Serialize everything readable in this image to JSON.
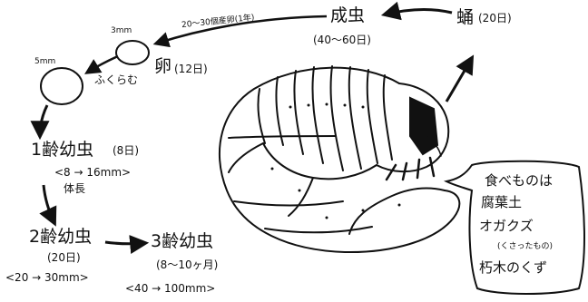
{
  "colors": {
    "ink": "#111111",
    "paper": "#ffffff"
  },
  "stages": {
    "pupa": {
      "label": "蛹",
      "duration": "(20日)"
    },
    "adult": {
      "label": "成虫",
      "duration": "(40〜60日)"
    },
    "egg": {
      "label": "卵",
      "duration": "(12日)",
      "size_small": "3mm",
      "size_large": "5mm",
      "note": "ふくらむ"
    },
    "larva1": {
      "label": "1齢幼虫",
      "duration": "(8日)",
      "growth": "<8 → 16mm>",
      "growth_note": "体長"
    },
    "larva2": {
      "label": "2齢幼虫",
      "duration": "(20日)",
      "growth": "<20 → 30mm>"
    },
    "larva3": {
      "label": "3齢幼虫",
      "duration": "(8〜10ヶ月)",
      "growth": "<40 → 100mm>"
    }
  },
  "egg_laying": "20〜30個産卵(1年)",
  "food_bubble": {
    "line1": "食べものは",
    "line2": "腐葉土",
    "line3": "オガクズ",
    "line4": "(くさったもの)",
    "line5": "朽木のくず"
  }
}
